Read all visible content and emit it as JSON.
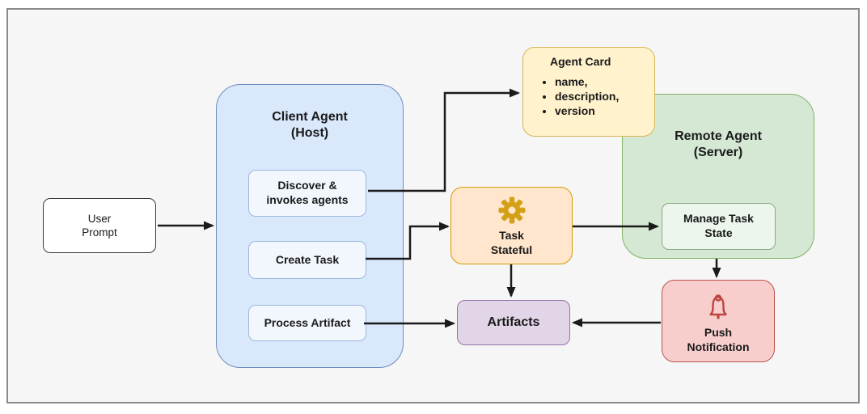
{
  "palette": {
    "canvas_bg": "#F6F6F6",
    "canvas_border": "#8A8A8A",
    "arrow": "#1A1A1A",
    "text": "#1A1A1A",
    "client_agent": {
      "fill": "#DAE8FC",
      "border": "#6C8EBF"
    },
    "client_inner": {
      "fill": "#F2F7FE",
      "border": "#9DB9DE"
    },
    "agent_card": {
      "fill": "#FFF2CC",
      "border": "#D6B656"
    },
    "task_stateful": {
      "fill": "#FFE6CC",
      "border": "#D79B00",
      "gear": "#D4A017"
    },
    "remote_agent": {
      "fill": "#D5E8D4",
      "border": "#82B366"
    },
    "manage_task": {
      "fill": "#EDF6ED",
      "border": "#8AA88A"
    },
    "artifacts": {
      "fill": "#E1D5E7",
      "border": "#9673A6"
    },
    "push_notification": {
      "fill": "#F8CECC",
      "border": "#B85450",
      "bell": "#BE4640"
    },
    "user_prompt": {
      "fill": "#FFFFFF",
      "border": "#3A3A3A"
    }
  },
  "diagram": {
    "nodes": {
      "user_prompt": {
        "label": "User\nPrompt"
      },
      "client_agent": {
        "title": "Client Agent\n(Host)",
        "children": {
          "discover": {
            "label": "Discover &\ninvokes agents"
          },
          "create_task": {
            "label": "Create Task"
          },
          "process_artifact": {
            "label": "Process Artifact"
          }
        }
      },
      "agent_card": {
        "title": "Agent Card",
        "items": [
          "name,",
          "description,",
          "version"
        ]
      },
      "task_stateful": {
        "label": "Task\nStateful",
        "icon": "gear-icon"
      },
      "remote_agent": {
        "title": "Remote Agent\n(Server)",
        "children": {
          "manage_task_state": {
            "label": "Manage Task\nState"
          }
        }
      },
      "artifacts": {
        "label": "Artifacts"
      },
      "push_notification": {
        "label": "Push\nNotification",
        "icon": "bell-icon"
      }
    },
    "edges": [
      {
        "from": "user_prompt",
        "to": "client_agent"
      },
      {
        "from": "discover",
        "to": "agent_card"
      },
      {
        "from": "create_task",
        "to": "task_stateful"
      },
      {
        "from": "task_stateful",
        "to": "manage_task_state"
      },
      {
        "from": "task_stateful",
        "to": "artifacts"
      },
      {
        "from": "remote_agent",
        "to": "push_notification"
      },
      {
        "from": "push_notification",
        "to": "artifacts"
      },
      {
        "from": "process_artifact",
        "to": "artifacts"
      }
    ]
  }
}
